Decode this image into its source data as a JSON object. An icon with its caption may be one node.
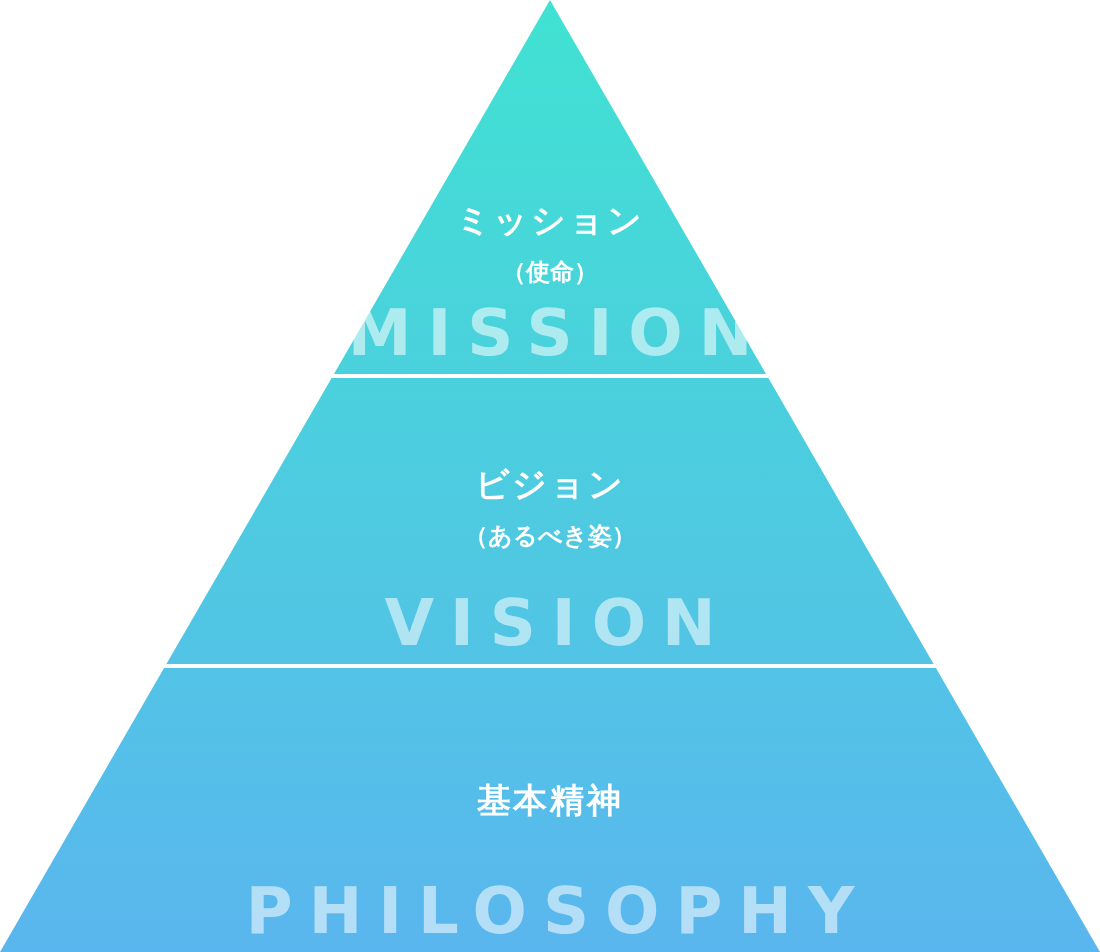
{
  "diagram": {
    "nodes": [
      {
        "text": [
          "ミッション",
          "（使命）",
          "MISSION"
        ]
      },
      {
        "text": [
          "ビジョン",
          "（あるべき姿）",
          "VISION"
        ]
      },
      {
        "text": [
          "基本精神",
          "PHILOSOPHY"
        ]
      }
    ]
  }
}
